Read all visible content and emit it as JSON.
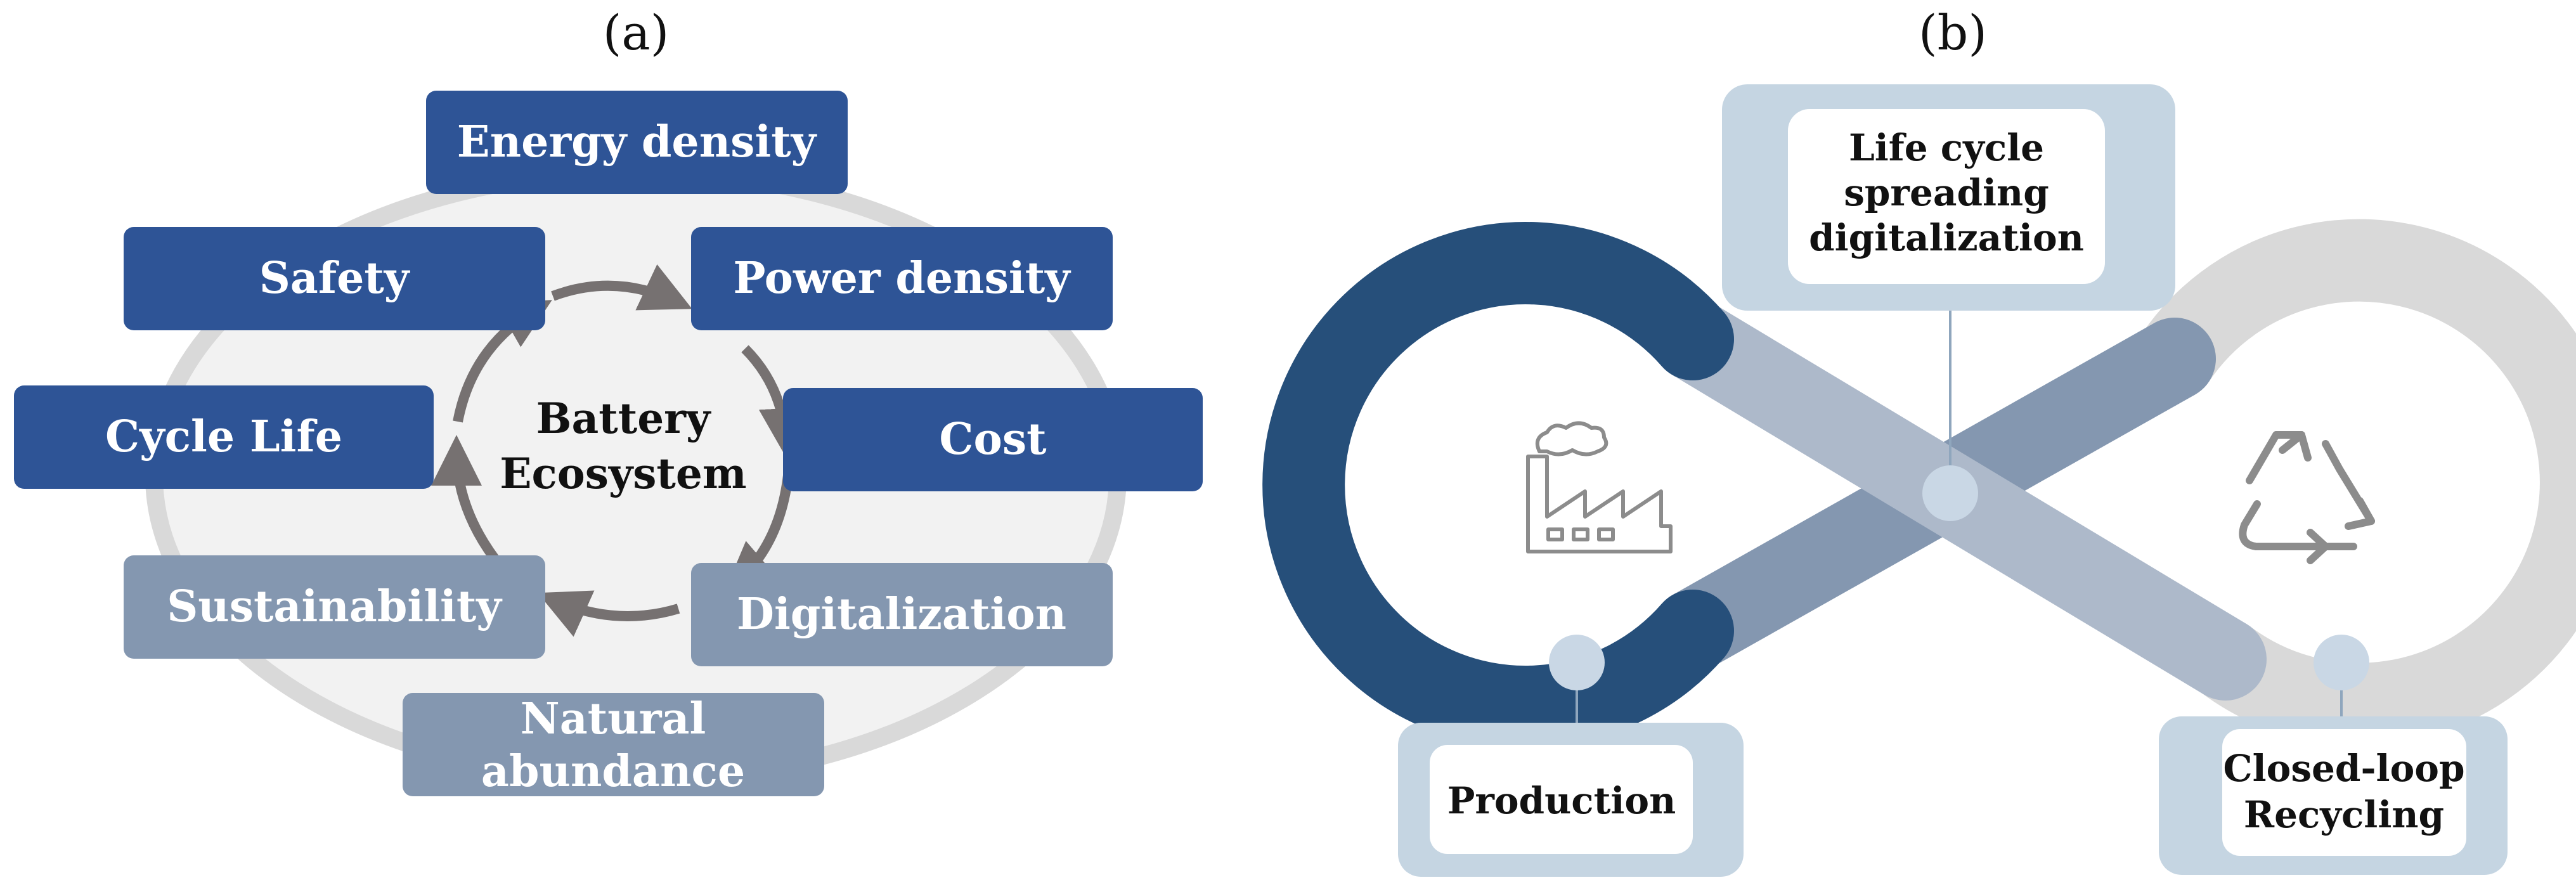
{
  "panel_a": {
    "label": "(a)",
    "center_line1": "Battery",
    "center_line2": "Ecosystem",
    "boxes": {
      "energy_density": "Energy density",
      "power_density": "Power density",
      "safety": "Safety",
      "cost": "Cost",
      "cycle_life": "Cycle Life",
      "digitalization": "Digitalization",
      "sustainability": "Sustainability",
      "natural_line1": "Natural",
      "natural_line2": "abundance"
    },
    "colors": {
      "dark_box": "#2e5496",
      "light_box": "#8497b0",
      "ellipse_fill": "#f2f2f2",
      "ellipse_stroke": "#d9d9d9",
      "arrows": "#767171"
    }
  },
  "panel_b": {
    "label": "(b)",
    "top_line1": "Life cycle",
    "top_line2": "spreading",
    "top_line3": "digitalization",
    "production": "Production",
    "recycling_line1": "Closed-loop",
    "recycling_line2": "Recycling",
    "icons": [
      "factory-icon",
      "recycle-icon"
    ],
    "colors": {
      "loop_dark": "#264f7a",
      "loop_mid": "#8497b0",
      "loop_light": "#adb9ca",
      "loop_grey": "#d9d9d9",
      "label_frame": "#c5d5e2",
      "node": "#c9d7e5"
    }
  }
}
